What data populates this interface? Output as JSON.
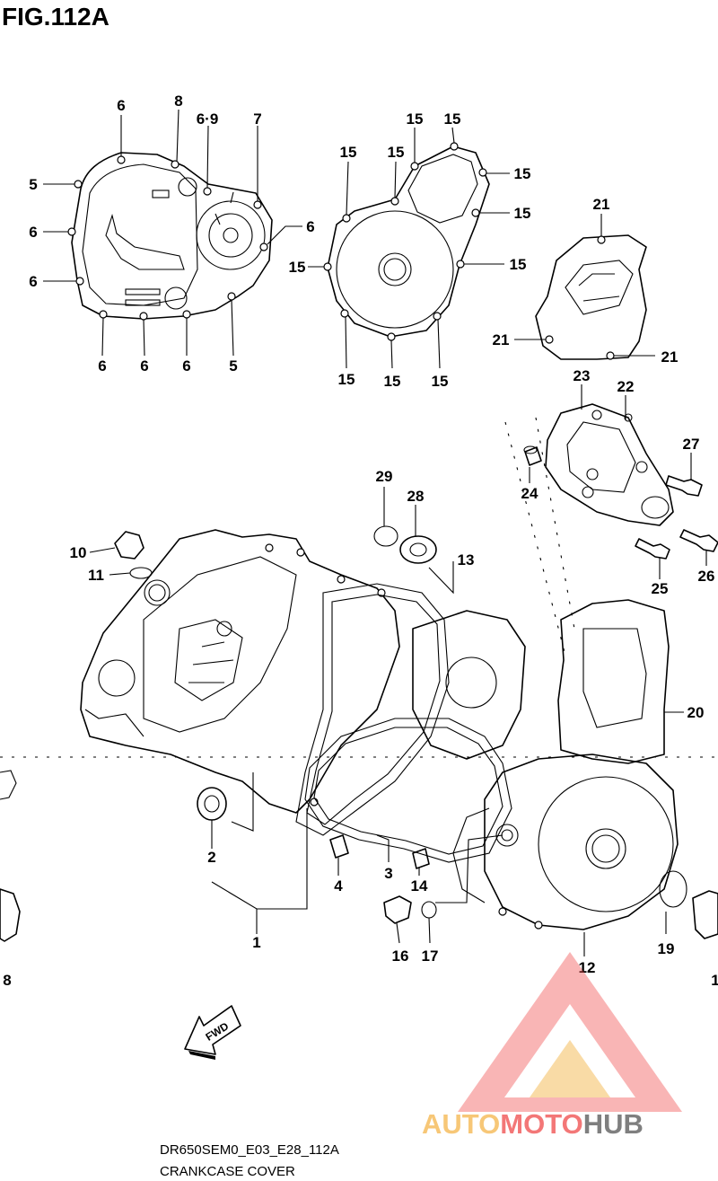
{
  "figure_label": "FIG.112A",
  "callouts": {
    "c1": "1",
    "c2": "2",
    "c3": "3",
    "c4": "4",
    "c5a": "5",
    "c5b": "5",
    "c6a": "6",
    "c6b": "6",
    "c6c": "6",
    "c6d": "6",
    "c6e": "6",
    "c6f": "6",
    "c6g": "6",
    "c69": "6·9",
    "c7": "7",
    "c8a": "8",
    "c8b": "8",
    "c10": "10",
    "c11": "11",
    "c12": "12",
    "c13": "13",
    "c14": "14",
    "c15a": "15",
    "c15b": "15",
    "c15c": "15",
    "c15d": "15",
    "c15e": "15",
    "c15f": "15",
    "c15g": "15",
    "c15h": "15",
    "c15i": "15",
    "c15j": "15",
    "c15k": "15",
    "c16": "16",
    "c17": "17",
    "c19": "19",
    "c20": "20",
    "c21a": "21",
    "c21b": "21",
    "c21c": "21",
    "c22": "22",
    "c23": "23",
    "c24": "24",
    "c25": "25",
    "c26": "26",
    "c27": "27",
    "c28": "28",
    "c29": "29",
    "c1right": "1"
  },
  "fwd_label": "FWD",
  "footer": {
    "model_code": "DR650SEM0_E03_E28_112A",
    "caption": "CRANKCASE COVER"
  },
  "watermark": {
    "part1": "AUTO",
    "part2": "MOTO",
    "part3": "HUB",
    "colors": {
      "red": "#f04a4a",
      "gold": "#f5b54a",
      "gray": "#555555"
    }
  }
}
